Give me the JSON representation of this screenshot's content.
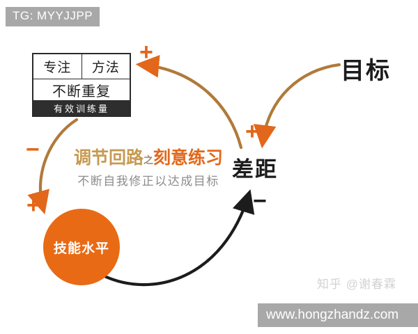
{
  "watermarks": {
    "top_left": "TG: MYYJJPP",
    "zhihu": "知乎 @谢春霖",
    "site": "www.hongzhandz.com"
  },
  "diagram": {
    "title_part_a": "调节回路",
    "title_part_zhi": "之",
    "title_part_b": "刻意练习",
    "subtitle": "不断自我修正以达成目标",
    "practice_box": {
      "top_left": "专注",
      "top_right": "方法",
      "middle": "不断重复",
      "bottom": "有效训练量"
    },
    "nodes": {
      "skill": "技能水平",
      "goal": "目标",
      "gap": "差距"
    },
    "signs": {
      "plus_to_box": "+",
      "minus_left": "−",
      "plus_to_skill": "+",
      "plus_goal_to_gap": "+",
      "minus_skill_to_gap": "−"
    }
  },
  "colors": {
    "orange": "#e96a14",
    "orange_dark": "#e2671a",
    "tan": "#b07a3a",
    "gold": "#c79a52",
    "black": "#1c1c1c",
    "gray_watermark": "#a8a8a8",
    "subtitle_gray": "#8d8d8d"
  }
}
